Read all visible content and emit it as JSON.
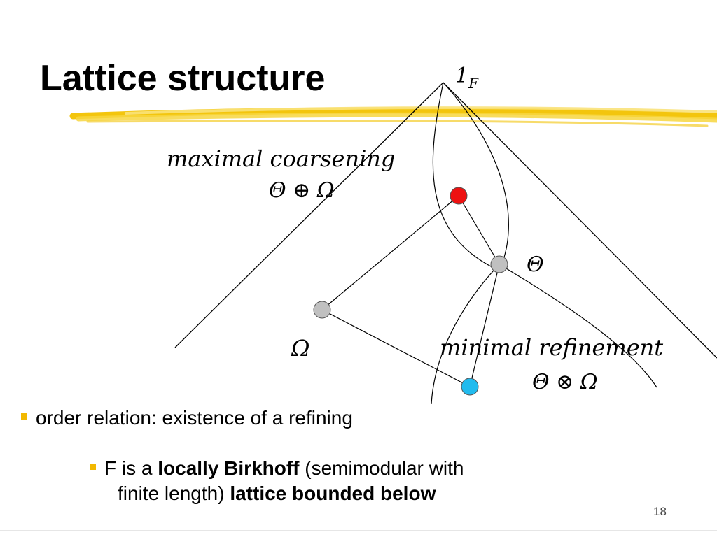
{
  "title": "Lattice structure",
  "diagram": {
    "top_label_main": "1",
    "top_label_sub": "F",
    "join_label": "maximal coarsening",
    "join_expr": "Θ ⊕ Ω",
    "theta_label": "Θ",
    "omega_label": "Ω",
    "meet_label": "minimal refinement",
    "meet_expr": "Θ ⊗ Ω",
    "colors": {
      "join_node": "#ee1111",
      "meet_node": "#22bbee",
      "plain_node": "#c0c0c0",
      "highlight_stroke": "#f2c200"
    }
  },
  "bullets": {
    "level1": {
      "text": "order relation: existence of a refining"
    },
    "level2": {
      "pre": "F is a ",
      "bold1": "locally Birkhoff",
      "mid1": " (semimodular with",
      "mid2": "finite length) ",
      "bold2": "lattice bounded below"
    }
  },
  "page_number": "18"
}
